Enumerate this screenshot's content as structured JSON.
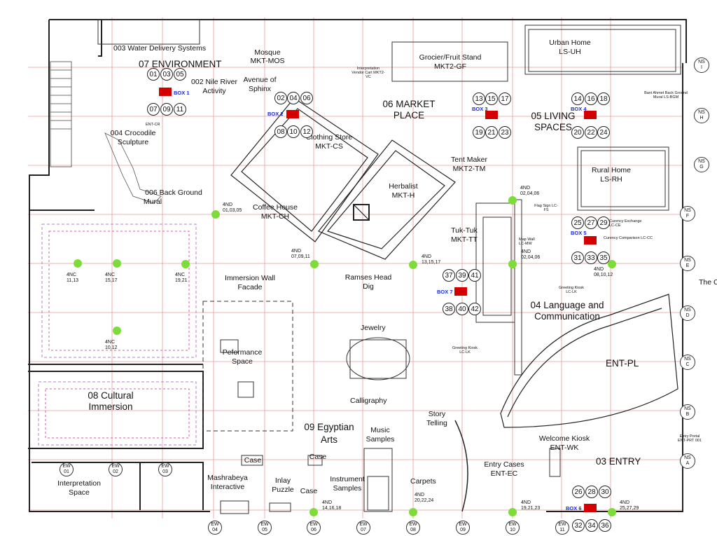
{
  "zones": [
    {
      "id": "z07",
      "text": "07 ENVIRONMENT"
    },
    {
      "id": "z06a",
      "text": "06 MARKET"
    },
    {
      "id": "z06b",
      "text": "PLACE"
    },
    {
      "id": "z05a",
      "text": "05 LIVING"
    },
    {
      "id": "z05b",
      "text": "SPACES"
    },
    {
      "id": "z04a",
      "text": "04 Language and"
    },
    {
      "id": "z04b",
      "text": "Communication"
    },
    {
      "id": "z08a",
      "text": "08 Cultural"
    },
    {
      "id": "z08b",
      "text": "Immersion"
    },
    {
      "id": "z09a",
      "text": "09 Egyptian"
    },
    {
      "id": "z09b",
      "text": "Arts"
    },
    {
      "id": "z03",
      "text": "03 ENTRY"
    },
    {
      "id": "zentpl",
      "text": "ENT-PL"
    }
  ],
  "labels": [
    {
      "id": "l1",
      "text": "003 Water Delivery Systems"
    },
    {
      "id": "l2a",
      "text": "Mosque"
    },
    {
      "id": "l2b",
      "text": "MKT-MOS"
    },
    {
      "id": "l3a",
      "text": "Grocier/Fruit Stand"
    },
    {
      "id": "l3b",
      "text": "MKT2-GF"
    },
    {
      "id": "l4a",
      "text": "Urban Home"
    },
    {
      "id": "l4b",
      "text": "LS-UH"
    },
    {
      "id": "l5a",
      "text": "002 Nile River"
    },
    {
      "id": "l5b",
      "text": "Activity"
    },
    {
      "id": "l6a",
      "text": "Avenue of"
    },
    {
      "id": "l6b",
      "text": "Sphinx"
    },
    {
      "id": "l7a",
      "text": "004 Crocodile"
    },
    {
      "id": "l7b",
      "text": "Sculpture"
    },
    {
      "id": "l8a",
      "text": "Clothing Store"
    },
    {
      "id": "l8b",
      "text": "MKT-CS"
    },
    {
      "id": "l9a",
      "text": "Tent Maker"
    },
    {
      "id": "l9b",
      "text": "MKT2-TM"
    },
    {
      "id": "l10a",
      "text": "Rural Home"
    },
    {
      "id": "l10b",
      "text": "LS-RH"
    },
    {
      "id": "l11a",
      "text": "006 Back Ground"
    },
    {
      "id": "l11b",
      "text": "Mural"
    },
    {
      "id": "l12a",
      "text": "Coffee House"
    },
    {
      "id": "l12b",
      "text": "MKT-CH"
    },
    {
      "id": "l13a",
      "text": "Herbalist"
    },
    {
      "id": "l13b",
      "text": "MKT-H"
    },
    {
      "id": "l14a",
      "text": "Tuk-Tuk"
    },
    {
      "id": "l14b",
      "text": "MKT-TT"
    },
    {
      "id": "l15a",
      "text": "Immersion Wall"
    },
    {
      "id": "l15b",
      "text": "Facade"
    },
    {
      "id": "l16a",
      "text": "Ramses Head"
    },
    {
      "id": "l16b",
      "text": "Dig"
    },
    {
      "id": "l17",
      "text": "Jewelry"
    },
    {
      "id": "l18a",
      "text": "Peformance"
    },
    {
      "id": "l18b",
      "text": "Space"
    },
    {
      "id": "l19",
      "text": "Calligraphy"
    },
    {
      "id": "l20a",
      "text": "Story"
    },
    {
      "id": "l20b",
      "text": "Telling"
    },
    {
      "id": "l21a",
      "text": "Music"
    },
    {
      "id": "l21b",
      "text": "Samples"
    },
    {
      "id": "l22a",
      "text": "Welcome Kiosk"
    },
    {
      "id": "l22b",
      "text": "ENT-WK"
    },
    {
      "id": "l23a",
      "text": "Entry Cases"
    },
    {
      "id": "l23b",
      "text": "ENT-EC"
    },
    {
      "id": "l24a",
      "text": "Interpretation"
    },
    {
      "id": "l24b",
      "text": "Space"
    },
    {
      "id": "l25a",
      "text": "Mashrabeya"
    },
    {
      "id": "l25b",
      "text": "Interactive"
    },
    {
      "id": "l26a",
      "text": "Inlay"
    },
    {
      "id": "l26b",
      "text": "Puzzle"
    },
    {
      "id": "l27",
      "text": "Case"
    },
    {
      "id": "l27b",
      "text": "Case"
    },
    {
      "id": "l27c",
      "text": "Case"
    },
    {
      "id": "l28a",
      "text": "Instrument"
    },
    {
      "id": "l28b",
      "text": "Samples"
    },
    {
      "id": "l29",
      "text": "Carpets"
    },
    {
      "id": "l30",
      "text": "The C"
    }
  ],
  "small_labels": [
    {
      "id": "s1",
      "text": "Interpretation Vendor Cart MKT2-VC"
    },
    {
      "id": "s2",
      "text": "Bani Ahmet Back Ground Mural LS-BGM"
    },
    {
      "id": "s3",
      "text": "Flag Sign LC-FS"
    },
    {
      "id": "s4",
      "text": "Curency Exchange LC-CE"
    },
    {
      "id": "s5",
      "text": "Curency Comparison LC-CC"
    },
    {
      "id": "s6",
      "text": "Map Wall LC-MW"
    },
    {
      "id": "s7",
      "text": "Greeting Kiosk LC-LK"
    },
    {
      "id": "s8",
      "text": "Greeting Kiosk LC-LK"
    },
    {
      "id": "s9",
      "text": "Entry Portal ENT-PRT 001"
    },
    {
      "id": "s10",
      "text": "ENT-CR"
    }
  ],
  "boxes": [
    {
      "id": "b1",
      "text": "BOX 1"
    },
    {
      "id": "b2",
      "text": "BOX 2"
    },
    {
      "id": "b3",
      "text": "BOX 3"
    },
    {
      "id": "b4",
      "text": "BOX 4"
    },
    {
      "id": "b5",
      "text": "BOX 5"
    },
    {
      "id": "b6",
      "text": "BOX 6"
    },
    {
      "id": "b7",
      "text": "BOX 7"
    }
  ],
  "numbered": [
    "01",
    "03",
    "05",
    "07",
    "09",
    "11",
    "02",
    "04",
    "06",
    "08",
    "10",
    "12",
    "13",
    "15",
    "17",
    "19",
    "21",
    "23",
    "14",
    "16",
    "18",
    "20",
    "22",
    "24",
    "25",
    "27",
    "29",
    "31",
    "33",
    "35",
    "37",
    "39",
    "41",
    "38",
    "40",
    "42",
    "26",
    "28",
    "30",
    "32",
    "34",
    "36"
  ],
  "fourN": [
    {
      "id": "f1",
      "l1": "4ND",
      "l2": "01,03,05"
    },
    {
      "id": "f2",
      "l1": "4ND",
      "l2": "07,09,11"
    },
    {
      "id": "f3",
      "l1": "4ND",
      "l2": "13,15,17"
    },
    {
      "id": "f4",
      "l1": "4ND",
      "l2": "02,04,06"
    },
    {
      "id": "f5",
      "l1": "4ND",
      "l2": "02,04,06"
    },
    {
      "id": "f6",
      "l1": "4ND",
      "l2": "08,10,12"
    },
    {
      "id": "f7",
      "l1": "4NC",
      "l2": "11,13"
    },
    {
      "id": "f8",
      "l1": "4NC",
      "l2": "15,17"
    },
    {
      "id": "f9",
      "l1": "4NC",
      "l2": "19,21"
    },
    {
      "id": "f10",
      "l1": "4NC",
      "l2": "10,12"
    },
    {
      "id": "f11",
      "l1": "4ND",
      "l2": "14,16,18"
    },
    {
      "id": "f12",
      "l1": "4ND",
      "l2": "20,22,24"
    },
    {
      "id": "f13",
      "l1": "4ND",
      "l2": "19,21,23"
    },
    {
      "id": "f14",
      "l1": "4ND",
      "l2": "25,27,29"
    }
  ],
  "ns": [
    {
      "id": "ns1",
      "l1": "NS",
      "l2": "I"
    },
    {
      "id": "ns2",
      "l1": "NS",
      "l2": "H"
    },
    {
      "id": "ns3",
      "l1": "NS",
      "l2": "G"
    },
    {
      "id": "ns4",
      "l1": "NS",
      "l2": "F"
    },
    {
      "id": "ns5",
      "l1": "NS",
      "l2": "E"
    },
    {
      "id": "ns6",
      "l1": "NS",
      "l2": "D"
    },
    {
      "id": "ns7",
      "l1": "NS",
      "l2": "C"
    },
    {
      "id": "ns8",
      "l1": "NS",
      "l2": "B"
    },
    {
      "id": "ns9",
      "l1": "NS",
      "l2": "A"
    }
  ],
  "ew": [
    {
      "id": "ew1",
      "l1": "EW",
      "l2": "01"
    },
    {
      "id": "ew2",
      "l1": "EW",
      "l2": "02"
    },
    {
      "id": "ew3",
      "l1": "EW",
      "l2": "03"
    },
    {
      "id": "ew4",
      "l1": "EW",
      "l2": "04"
    },
    {
      "id": "ew5",
      "l1": "EW",
      "l2": "05"
    },
    {
      "id": "ew6",
      "l1": "EW",
      "l2": "06"
    },
    {
      "id": "ew7",
      "l1": "EW",
      "l2": "07"
    },
    {
      "id": "ew8",
      "l1": "EW",
      "l2": "08"
    },
    {
      "id": "ew9",
      "l1": "EW",
      "l2": "09"
    },
    {
      "id": "ew10",
      "l1": "EW",
      "l2": "10"
    },
    {
      "id": "ew11",
      "l1": "EW",
      "l2": "11"
    }
  ],
  "colors": {
    "box": "#d40000",
    "boxlabel": "#1c2bd6",
    "sensor": "#7ddc3a",
    "grid": "#e89a9a",
    "wall": "#222222"
  }
}
